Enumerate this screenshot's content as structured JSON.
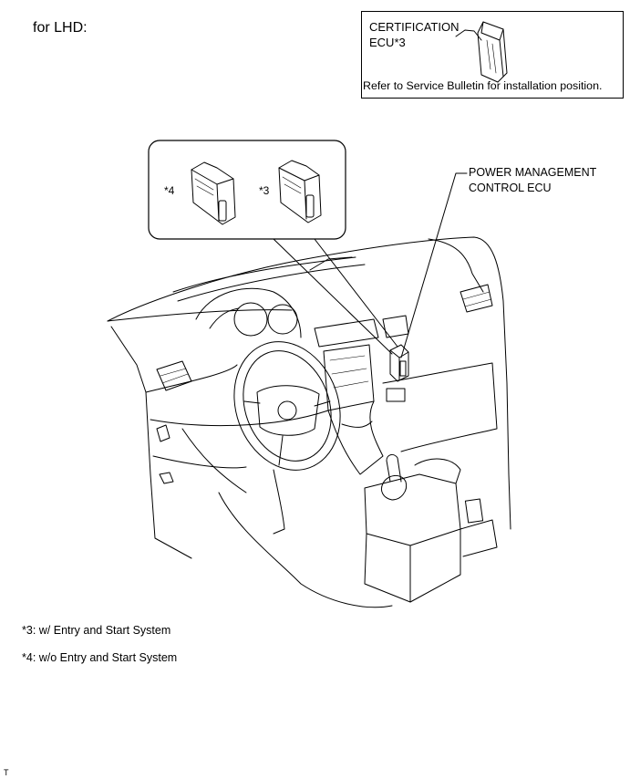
{
  "title": "for LHD:",
  "inset": {
    "label_line1": "CERTIFICATION",
    "label_line2": "ECU*3",
    "note": "Refer to Service Bulletin for installation position."
  },
  "callout": {
    "star4": "*4",
    "star3": "*3"
  },
  "power_mgmt": {
    "line1": "POWER MANAGEMENT",
    "line2": "CONTROL ECU"
  },
  "legend": [
    "*3: w/ Entry and Start System",
    "*4: w/o Entry and Start System"
  ],
  "image_code": "T",
  "colors": {
    "line": "#000000",
    "background": "#ffffff"
  }
}
